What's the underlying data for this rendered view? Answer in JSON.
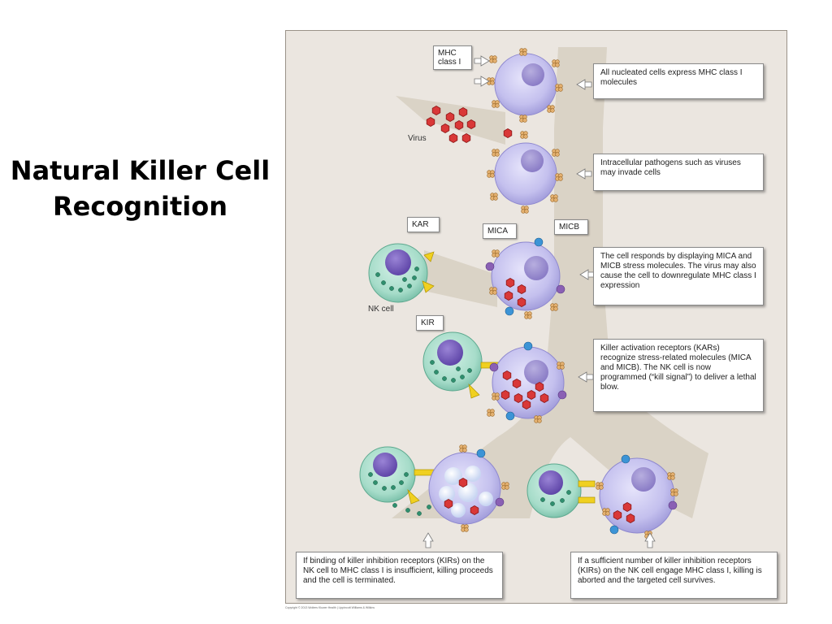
{
  "slide": {
    "title_line1": "Natural Killer Cell",
    "title_line2": "Recognition"
  },
  "labels": {
    "mhc": "MHC\nclass I",
    "virus": "Virus",
    "kar": "KAR",
    "mica": "MICA",
    "micb": "MICB",
    "nk_cell": "NK cell",
    "kir": "KIR"
  },
  "callouts": {
    "step1": "All nucleated cells express MHC class I molecules",
    "step2": "Intracellular pathogens such as viruses may invade cells",
    "step3": "The cell responds by displaying MICA and MICB stress molecules. The virus may also cause the cell to downregulate MHC class I expression",
    "step4": "Killer activation receptors (KARs) recognize stress-related molecules (MICA and MICB).  The NK cell is now programmed (“kill signal”) to deliver a lethal blow.",
    "outcome_killed": "If binding of killer inhibition receptors (KIRs) on the NK cell to MHC class I is insufficient, killing proceeds and the cell is terminated.",
    "outcome_survives": "If a sufficient number of killer inhibition receptors (KIRs) on the NK cell engage MHC class I, killing is aborted and the targeted cell survives."
  },
  "copyright": "Copyright © 2013 Wolters Kluwer Health | Lippincott Williams & Wilkins",
  "colors": {
    "target_cell": "#c6c3ee",
    "nk_cell": "#aedfd0",
    "virus": "#d93838",
    "mhc": "#e3b070",
    "mica": "#8a60b4",
    "micb": "#3c94d6",
    "receptor": "#f0d020",
    "pathway": "#d8d0c3"
  }
}
